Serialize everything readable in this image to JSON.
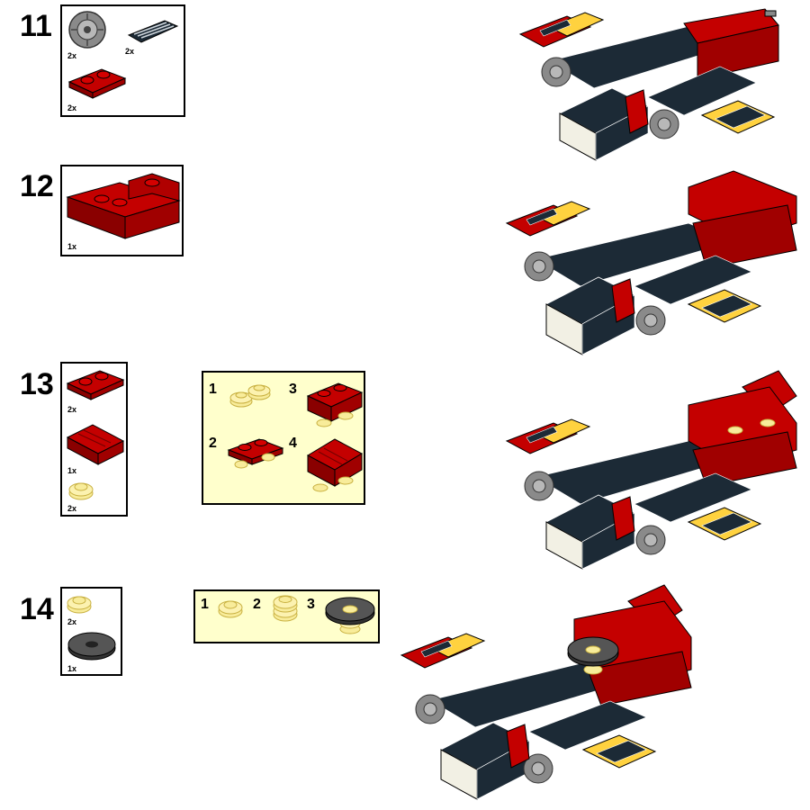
{
  "steps": [
    {
      "number": "11",
      "parts": [
        {
          "qty": "2x",
          "icon": "gray-wheel-icon"
        },
        {
          "qty": "2x",
          "icon": "black-grille-plate-icon"
        },
        {
          "qty": "2x",
          "icon": "red-plate-1x2-icon"
        }
      ]
    },
    {
      "number": "12",
      "parts": [
        {
          "qty": "1x",
          "icon": "red-wedge-plate-icon"
        }
      ]
    },
    {
      "number": "13",
      "parts": [
        {
          "qty": "2x",
          "icon": "red-plate-1x2-icon"
        },
        {
          "qty": "1x",
          "icon": "red-slope-brick-icon"
        },
        {
          "qty": "2x",
          "icon": "yellow-round-plate-icon"
        }
      ],
      "substeps": [
        "1",
        "2",
        "3",
        "4"
      ]
    },
    {
      "number": "14",
      "parts": [
        {
          "qty": "2x",
          "icon": "yellow-round-plate-icon"
        },
        {
          "qty": "1x",
          "icon": "dark-gray-round-tile-icon"
        }
      ],
      "substeps": [
        "1",
        "2",
        "3"
      ]
    }
  ],
  "colors": {
    "red": "#a00000",
    "yellow": "#ffd23f",
    "transYellow": "#f8ec9a",
    "darkBlue": "#1c2a36",
    "gray": "#8a8a8a",
    "darkGray": "#555555",
    "white": "#f2f0e4",
    "subBg": "#ffffcc"
  }
}
